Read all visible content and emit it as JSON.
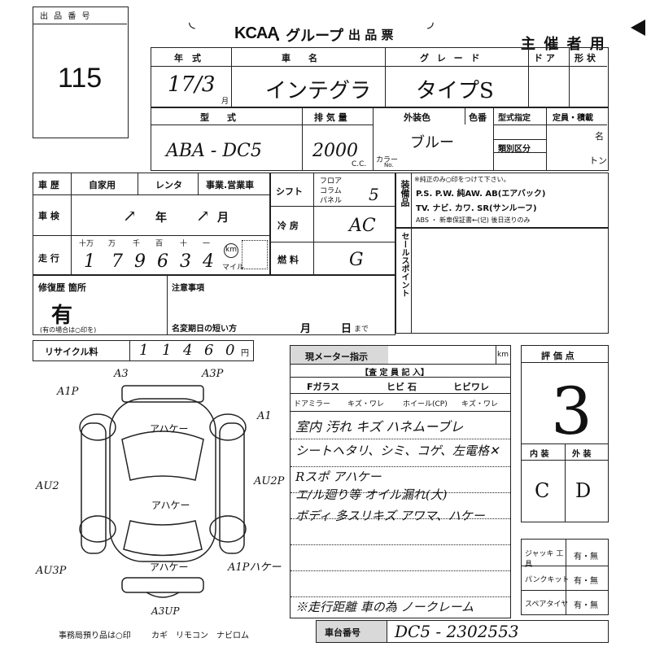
{
  "lot": {
    "label": "出 品 番 号",
    "number": "115"
  },
  "header": {
    "logo": "KCAA",
    "group": ". グループ",
    "title": "出 品 票",
    "organizer": "主 催 者 用"
  },
  "row1": {
    "year_label": "年　式",
    "name_label": "車　　名",
    "grade_label": "グ レ ー ド",
    "door_label": "ド ア",
    "shape_label": "形 状",
    "year_value": "17/3",
    "year_unit": "月",
    "name_value": "インテグラ",
    "grade_value": "タイプS"
  },
  "row2": {
    "model_label": "型　　式",
    "disp_label": "排 気 量",
    "color_label": "外装色",
    "colorno_label": "色番",
    "typedesig_label": "型式指定",
    "capacity_label": "定員・積載",
    "cat_label": "類別区分",
    "persons_unit": "名",
    "tons_unit": "トン",
    "model_value": "ABA - DC5",
    "disp_value": "2000",
    "cc_unit": "C.C.",
    "color_value": "ブルー",
    "color_change": "カラー",
    "color_change2": "No."
  },
  "history": {
    "label": "車 歴",
    "private": "自家用",
    "rental": "レンタ",
    "business": "事業.営業車",
    "inspection_label": "車 検",
    "year_unit": "年",
    "month_unit": "月",
    "mileage_label": "走 行",
    "digit_labels": [
      "十万",
      "万",
      "千",
      "百",
      "十",
      "一"
    ],
    "mileage_digits": [
      "1",
      "7",
      "9",
      "6",
      "3",
      "4"
    ],
    "km_unit": "km",
    "mile_unit": "マイル"
  },
  "shift": {
    "label": "シフト",
    "floor": "フロア",
    "column": "コラム",
    "panel": "パネル",
    "value": "5"
  },
  "ac": {
    "label": "冷 房",
    "value": "AC"
  },
  "fuel": {
    "label": "燃 料",
    "value": "G"
  },
  "equip": {
    "label": "装備品",
    "note": "※純正のみ○印をつけて下さい。",
    "line1": "P.S. P.W. 純AW. AB(エアバック)",
    "line2": "TV. ナビ. カワ. SR(サンルーフ)",
    "line3": "ABS ・ 新車保証書←(记) 後日送りのみ"
  },
  "sales_point": {
    "label": "セールスポイント"
  },
  "repair": {
    "label": "修復歴 箇所",
    "value": "有",
    "note": "(有の場合は○印を)"
  },
  "caution": {
    "label": "注意事項"
  },
  "name_change": {
    "label": "名変期日の短い方",
    "month": "月",
    "day": "日",
    "until": "まで"
  },
  "recycle": {
    "label": "リサイクル料",
    "digits": [
      "1",
      "1",
      "4",
      "6",
      "0"
    ],
    "unit": "円"
  },
  "meter": {
    "label": "現メーター指示",
    "km": "km"
  },
  "inspector": {
    "label": "【査 定 員 記 入】",
    "fglass": "Fガラス",
    "chip": "ヒビ 石",
    "crack": "ヒビワレ",
    "mirror": "ドアミラー",
    "mirror_val": "キズ・ワレ",
    "wheel": "ホイール(CP)",
    "wheel_val": "キズ・ワレ"
  },
  "notes": [
    "室内 汚れ キズ ハネムーブレ",
    "シートヘタリ、シミ、コゲ、左電格✕",
    "Rスポ アハケー",
    "エ/ル廻り等 オイル漏れ(大)",
    "ボディ 多スリキズ アワマ、ハケー"
  ],
  "diagram_marks": [
    "A1P",
    "A3",
    "A3P",
    "A1",
    "AU2",
    "AU2P",
    "AU3P",
    "A1Pハケー",
    "A3UP",
    "アハケー",
    "アハケー",
    "アハケー"
  ],
  "footer_note": "※走行距離 車の為 ノークレーム",
  "office": {
    "label": "事務局預り品は○印",
    "items": "カギ　リモコン　ナビロム"
  },
  "chassis": {
    "label": "車台番号",
    "value": "DC5 - 2302553"
  },
  "rating": {
    "label": "評 価 点",
    "score": "3",
    "interior_label": "内 装",
    "exterior_label": "外 装",
    "interior_value": "C",
    "exterior_value": "D"
  },
  "tools": {
    "jack_label": "ジャッキ 工 具",
    "puncture_label": "パンクキット",
    "spare_label": "スペアタイヤ",
    "yes_no": "有・無"
  }
}
